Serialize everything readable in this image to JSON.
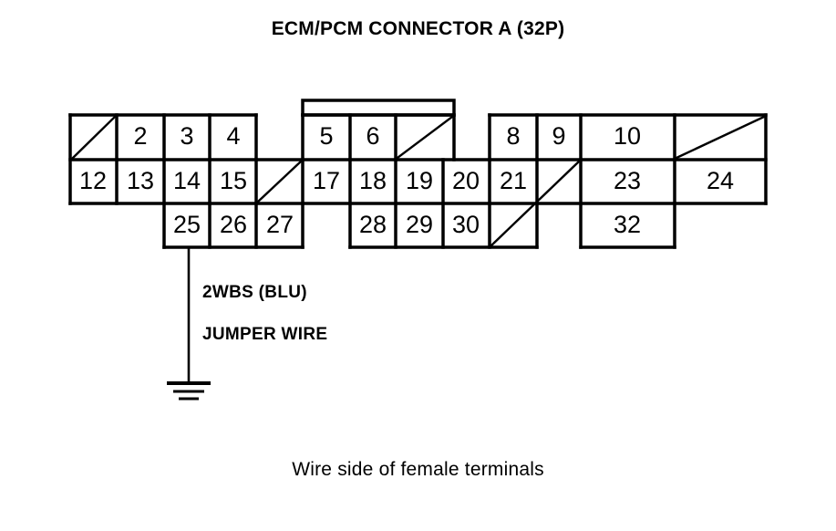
{
  "title": "ECM/PCM CONNECTOR A (32P)",
  "caption": "Wire side of female terminals",
  "wire": {
    "label_1": "2WBS (BLU)",
    "label_2": "JUMPER WIRE",
    "ground_symbol": "earth-ground",
    "origin_terminal": "25"
  },
  "connector": {
    "name": "ECM/PCM CONNECTOR A",
    "pin_count": "32P",
    "stroke_color": "#000000",
    "fill_color": "#ffffff",
    "rows": [
      {
        "row": 1,
        "cells": [
          {
            "label": "",
            "pin": "1",
            "blank": true,
            "diagonal": true
          },
          {
            "label": "2",
            "pin": "2",
            "blank": false,
            "diagonal": false
          },
          {
            "label": "3",
            "pin": "3",
            "blank": false,
            "diagonal": false
          },
          {
            "label": "4",
            "pin": "4",
            "blank": false,
            "diagonal": false
          },
          {
            "label": "5",
            "pin": "5",
            "blank": false,
            "diagonal": false
          },
          {
            "label": "6",
            "pin": "6",
            "blank": false,
            "diagonal": false
          },
          {
            "label": "",
            "pin": "7",
            "blank": true,
            "diagonal": true
          },
          {
            "label": "8",
            "pin": "8",
            "blank": false,
            "diagonal": false
          },
          {
            "label": "9",
            "pin": "9",
            "blank": false,
            "diagonal": false
          },
          {
            "label": "10",
            "pin": "10",
            "blank": false,
            "diagonal": false
          },
          {
            "label": "",
            "pin": "11",
            "blank": true,
            "diagonal": true
          }
        ]
      },
      {
        "row": 2,
        "cells": [
          {
            "label": "12",
            "pin": "12",
            "blank": false,
            "diagonal": false
          },
          {
            "label": "13",
            "pin": "13",
            "blank": false,
            "diagonal": false
          },
          {
            "label": "14",
            "pin": "14",
            "blank": false,
            "diagonal": false
          },
          {
            "label": "15",
            "pin": "15",
            "blank": false,
            "diagonal": false
          },
          {
            "label": "",
            "pin": "16",
            "blank": true,
            "diagonal": true
          },
          {
            "label": "17",
            "pin": "17",
            "blank": false,
            "diagonal": false
          },
          {
            "label": "18",
            "pin": "18",
            "blank": false,
            "diagonal": false
          },
          {
            "label": "19",
            "pin": "19",
            "blank": false,
            "diagonal": false
          },
          {
            "label": "20",
            "pin": "20",
            "blank": false,
            "diagonal": false
          },
          {
            "label": "21",
            "pin": "21",
            "blank": false,
            "diagonal": false
          },
          {
            "label": "",
            "pin": "22",
            "blank": true,
            "diagonal": true
          },
          {
            "label": "23",
            "pin": "23",
            "blank": false,
            "diagonal": false
          },
          {
            "label": "24",
            "pin": "24",
            "blank": false,
            "diagonal": false
          }
        ]
      },
      {
        "row": 3,
        "cells": [
          {
            "label": "25",
            "pin": "25",
            "blank": false,
            "diagonal": false
          },
          {
            "label": "26",
            "pin": "26",
            "blank": false,
            "diagonal": false
          },
          {
            "label": "27",
            "pin": "27",
            "blank": false,
            "diagonal": false
          },
          {
            "label": "28",
            "pin": "28",
            "blank": false,
            "diagonal": false
          },
          {
            "label": "29",
            "pin": "29",
            "blank": false,
            "diagonal": false
          },
          {
            "label": "30",
            "pin": "30",
            "blank": false,
            "diagonal": false
          },
          {
            "label": "",
            "pin": "31",
            "blank": true,
            "diagonal": true
          },
          {
            "label": "32",
            "pin": "32",
            "blank": false,
            "diagonal": false
          }
        ]
      }
    ]
  }
}
